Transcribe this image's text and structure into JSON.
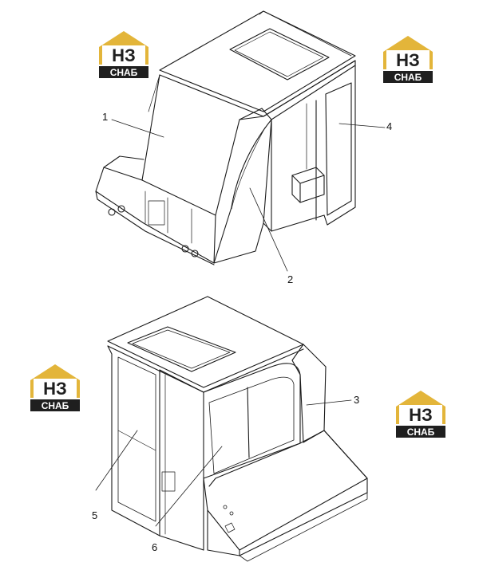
{
  "logo": {
    "top": "НЗ",
    "bottom": "СНАБ",
    "accent": "#e3b53a",
    "dark": "#1f1f1f"
  },
  "callouts": [
    {
      "label": "1"
    },
    {
      "label": "2"
    },
    {
      "label": "3"
    },
    {
      "label": "4"
    },
    {
      "label": "5"
    },
    {
      "label": "6"
    }
  ]
}
